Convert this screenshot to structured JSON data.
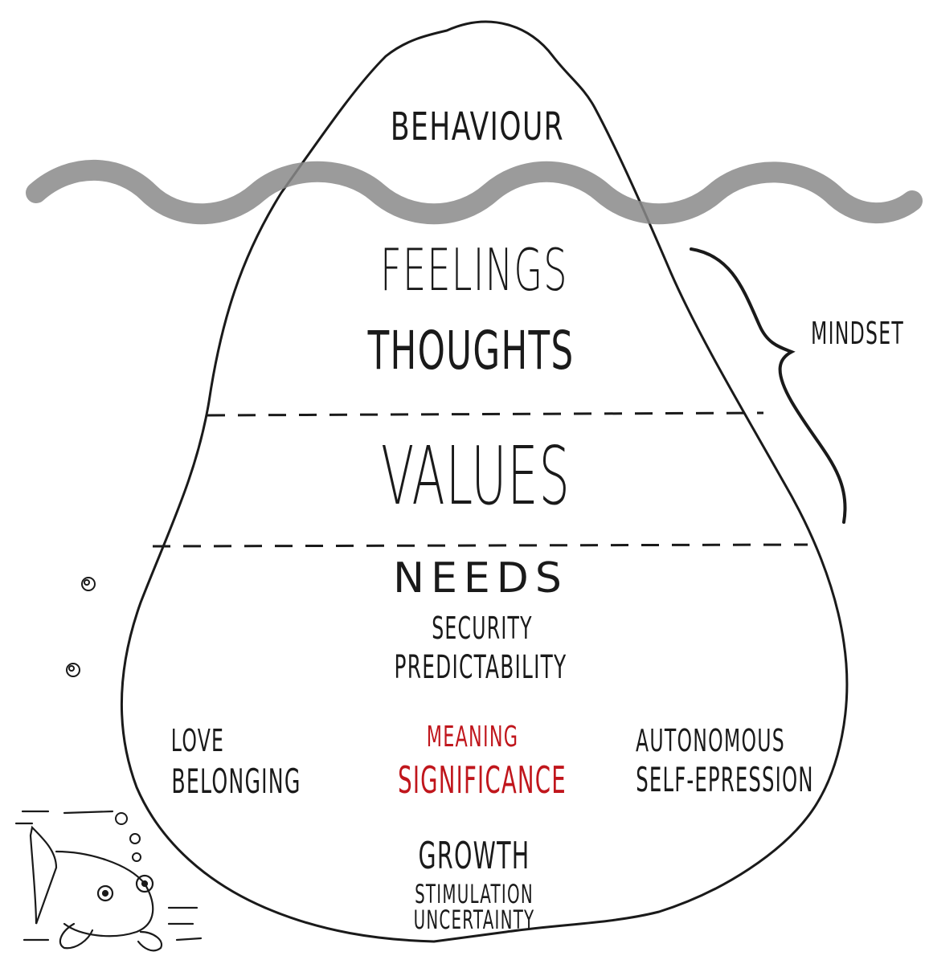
{
  "diagram": {
    "top_label": "BEHAVIOUR",
    "mindset_group": {
      "items": [
        "FEELINGS",
        "THOUGHTS"
      ],
      "bracket_label": "MINDSET"
    },
    "values_label": "VALUES",
    "needs": {
      "title": "NEEDS",
      "top_pair": [
        "SECURITY",
        "PREDICTABILITY"
      ],
      "left_pair": [
        "LOVE",
        "BELONGING"
      ],
      "center_pair": [
        "MEANING",
        "SIGNIFICANCE"
      ],
      "right_pair": [
        "AUTONOMOUS",
        "SELF-EPRESSION"
      ],
      "bottom_title": "GROWTH",
      "bottom_pair": [
        "STIMULATION",
        "UNCERTAINTY"
      ]
    }
  },
  "colors": {
    "ink": "#1a1a1a",
    "water": "#8a8a8a",
    "accent": "#c0161c"
  },
  "icons": [
    "bubble-icon",
    "fish-icon"
  ]
}
